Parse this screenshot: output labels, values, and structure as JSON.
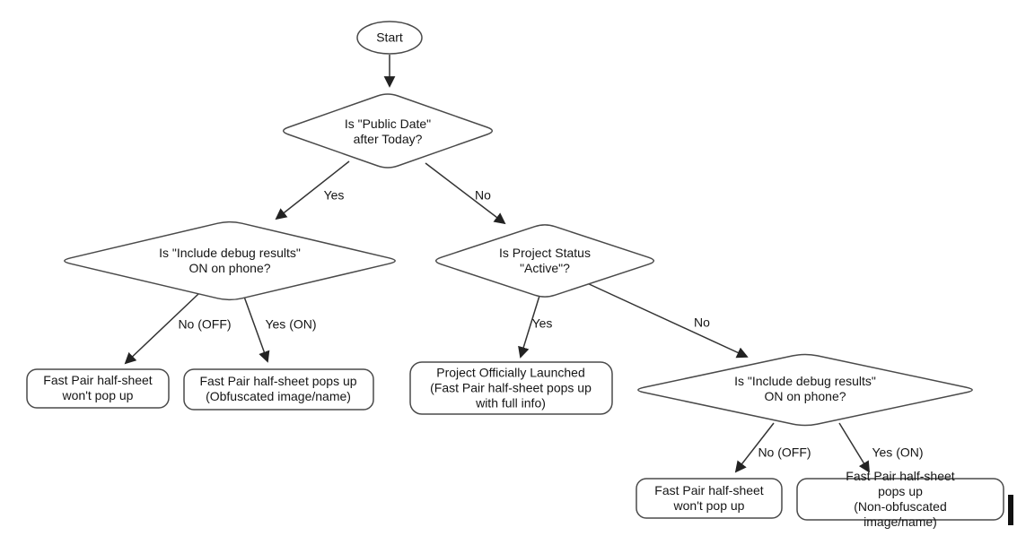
{
  "diagram": {
    "title": "Fast Pair half-sheet decision flowchart",
    "nodes": {
      "start": {
        "label": "Start",
        "type": "terminator"
      },
      "decision_public_date": {
        "label": "Is \"Public Date\"\nafter Today?",
        "type": "decision"
      },
      "decision_debug_left": {
        "label": "Is \"Include debug results\"\nON on phone?",
        "type": "decision"
      },
      "decision_project_status": {
        "label": "Is Project Status\n\"Active\"?",
        "type": "decision"
      },
      "decision_debug_right": {
        "label": "Is \"Include debug results\"\nON on phone?",
        "type": "decision"
      },
      "outcome_no_popup_left": {
        "label": "Fast Pair half-sheet\nwon't pop up",
        "type": "process"
      },
      "outcome_obfuscated": {
        "label": "Fast Pair half-sheet pops up\n(Obfuscated image/name)",
        "type": "process"
      },
      "outcome_launched": {
        "label": "Project Officially Launched\n(Fast Pair half-sheet pops up\nwith full info)",
        "type": "process"
      },
      "outcome_no_popup_right": {
        "label": "Fast Pair half-sheet\nwon't pop up",
        "type": "process"
      },
      "outcome_non_obfuscated": {
        "label": "Fast Pair half-sheet pops up\n(Non-obfuscated image/name)",
        "type": "process"
      }
    },
    "edge_labels": {
      "yes_1": "Yes",
      "no_1": "No",
      "no_off_left": "No (OFF)",
      "yes_on_left": "Yes (ON)",
      "yes_2": "Yes",
      "no_2": "No",
      "no_off_right": "No (OFF)",
      "yes_on_right": "Yes (ON)"
    },
    "colors": {
      "shape_stroke": "#4a4a4a",
      "edge_stroke": "#333333",
      "text": "#151515",
      "background": "#ffffff",
      "cursor_bar": "#111111"
    }
  }
}
